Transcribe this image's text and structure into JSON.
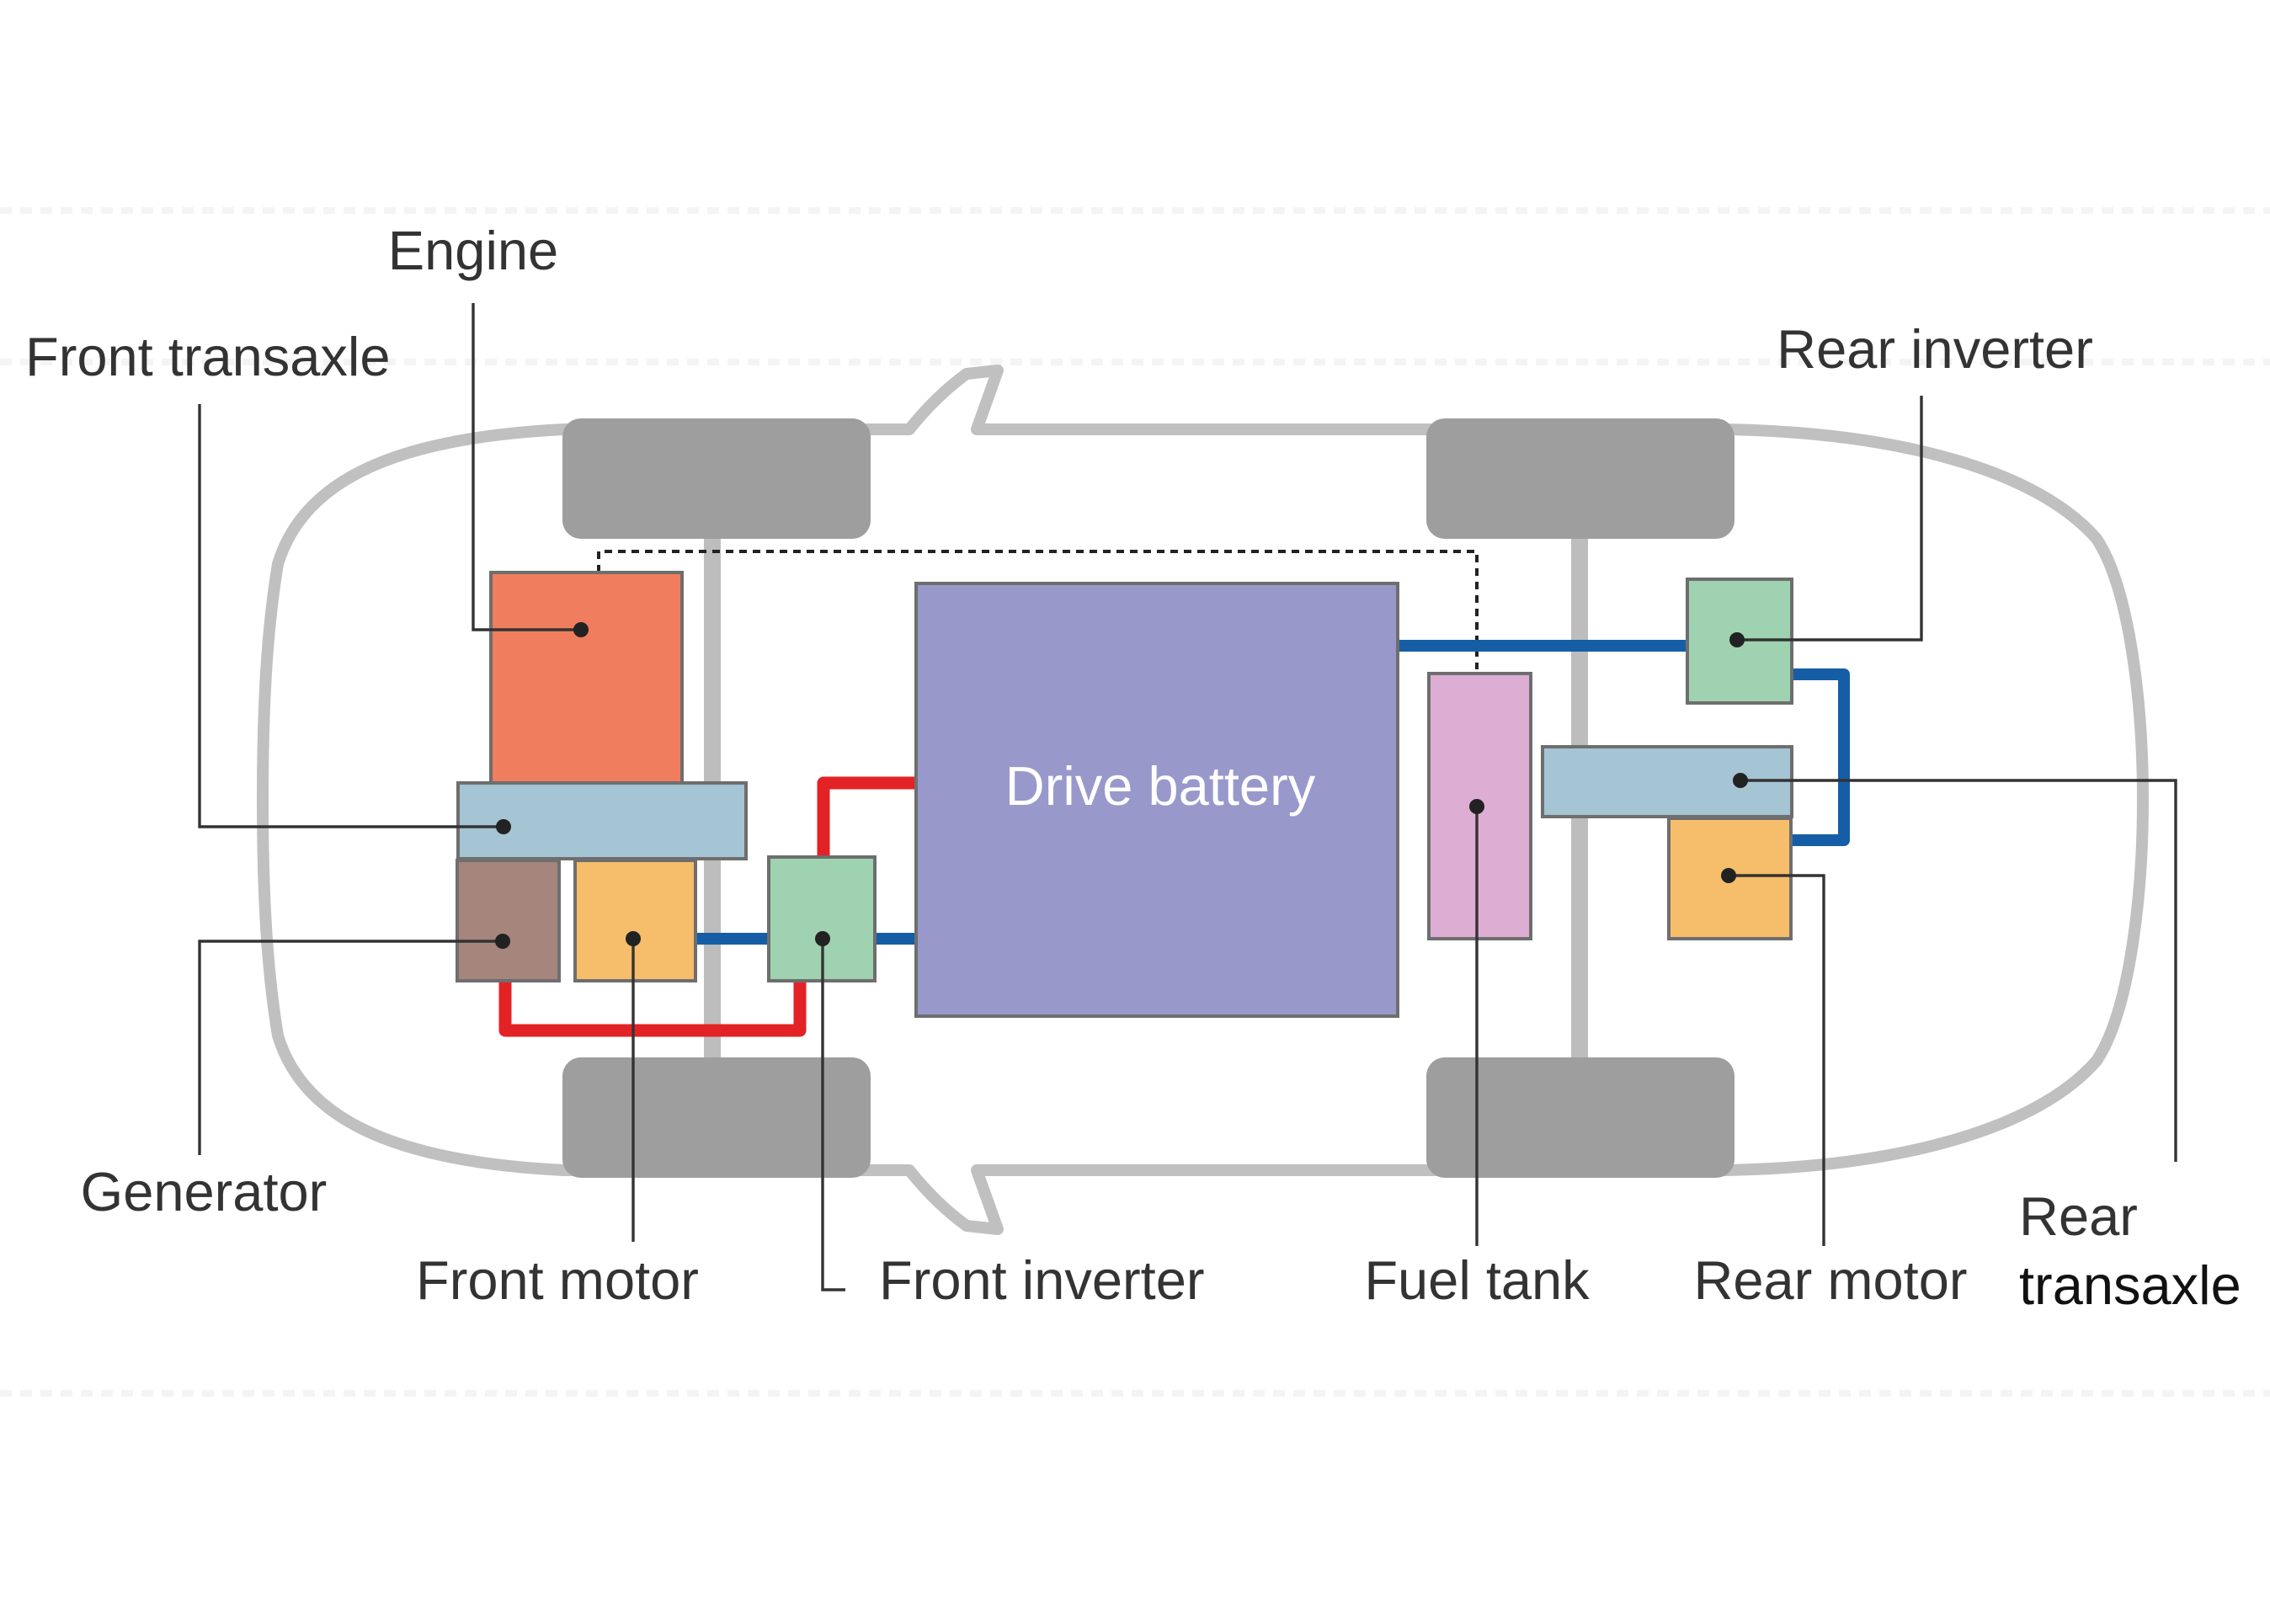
{
  "colors": {
    "body_outline": "#c0c0c0",
    "wheel": "#9e9e9e",
    "axle": "#bdbdbd",
    "engine": "#f07d5d",
    "transaxle": "#a5c4d4",
    "generator": "#a5857c",
    "motor": "#f6bd6b",
    "inverter": "#9fd2b0",
    "battery": "#9898cb",
    "fuel_tank": "#ddadd3",
    "high_voltage_line": "#e32226",
    "low_voltage_line": "#155ea6",
    "fuel_line": "#222222",
    "label_text": "#333333"
  },
  "labels": {
    "engine": "Engine",
    "front_transaxle": "Front transaxle",
    "generator": "Generator",
    "front_motor": "Front motor",
    "front_inverter": "Front inverter",
    "drive_battery": "Drive battery",
    "fuel_tank": "Fuel tank",
    "rear_inverter": "Rear inverter",
    "rear_motor": "Rear motor",
    "rear_transaxle_line1": "Rear",
    "rear_transaxle_line2": "transaxle"
  }
}
